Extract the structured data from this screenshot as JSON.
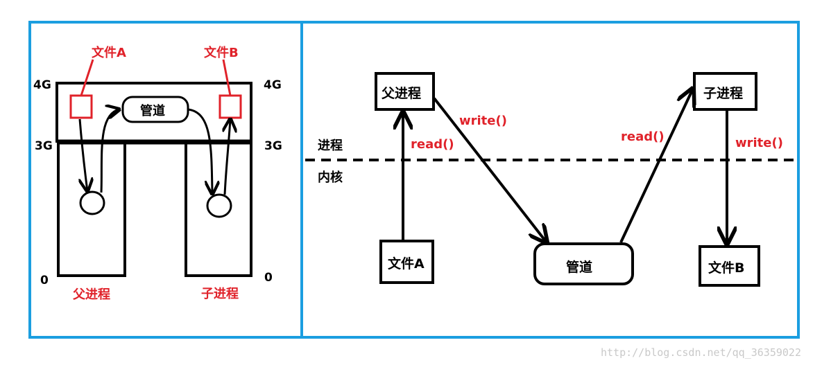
{
  "colors": {
    "frame": "#1b9ee0",
    "accent_red": "#e0222a",
    "ink": "#000000",
    "watermark": "#c9c9c9"
  },
  "left_panel": {
    "file_a": "文件A",
    "file_b": "文件B",
    "pipe": "管道",
    "label_4g_left": "4G",
    "label_4g_right": "4G",
    "label_3g_left": "3G",
    "label_3g_right": "3G",
    "label_0_left": "0",
    "label_0_right": "0",
    "parent_process": "父进程",
    "child_process": "子进程"
  },
  "right_panel": {
    "parent_process": "父进程",
    "child_process": "子进程",
    "process_zone": "进程",
    "kernel_zone": "内核",
    "write_left": "write()",
    "read_left": "read()",
    "read_right": "read()",
    "write_right": "write()",
    "file_a": "文件A",
    "pipe": "管道",
    "file_b": "文件B"
  },
  "watermark": "http://blog.csdn.net/qq_36359022"
}
